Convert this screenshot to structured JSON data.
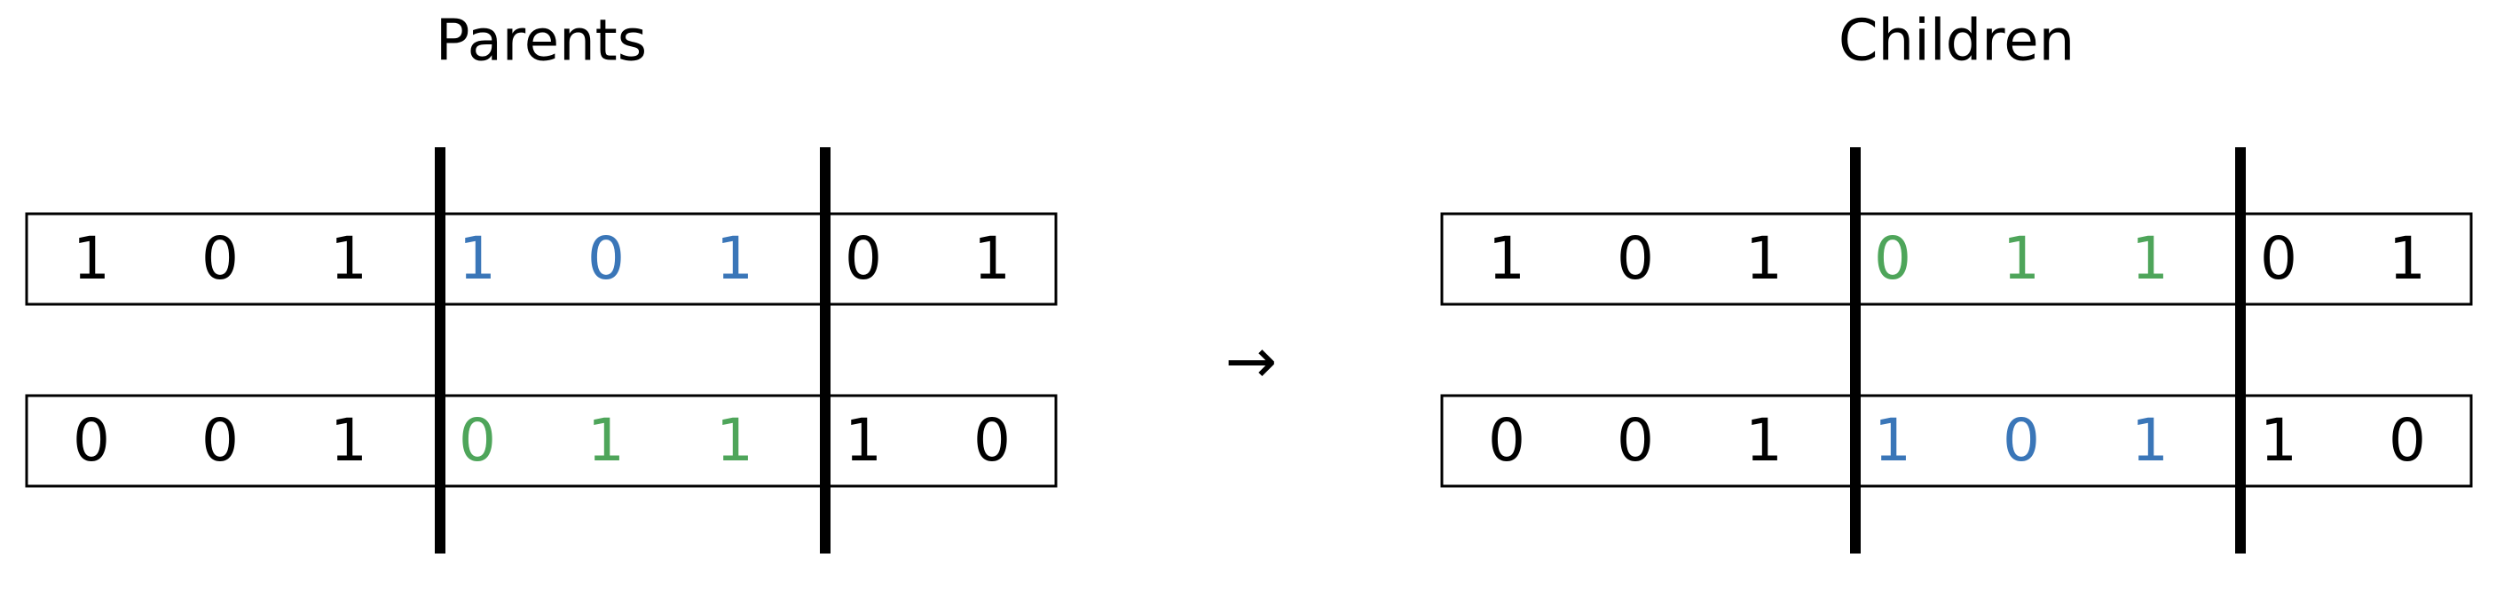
{
  "colors": {
    "ink": "#000000",
    "blue": "#3a76b8",
    "green": "#4ea55a"
  },
  "arrow": "→",
  "panels": [
    {
      "title": "Parents",
      "rows": [
        {
          "digits": [
            {
              "v": "1",
              "c": "ink"
            },
            {
              "v": "0",
              "c": "ink"
            },
            {
              "v": "1",
              "c": "ink"
            },
            {
              "v": "1",
              "c": "blue"
            },
            {
              "v": "0",
              "c": "blue"
            },
            {
              "v": "1",
              "c": "blue"
            },
            {
              "v": "0",
              "c": "ink"
            },
            {
              "v": "1",
              "c": "ink"
            }
          ]
        },
        {
          "digits": [
            {
              "v": "0",
              "c": "ink"
            },
            {
              "v": "0",
              "c": "ink"
            },
            {
              "v": "1",
              "c": "ink"
            },
            {
              "v": "0",
              "c": "green"
            },
            {
              "v": "1",
              "c": "green"
            },
            {
              "v": "1",
              "c": "green"
            },
            {
              "v": "1",
              "c": "ink"
            },
            {
              "v": "0",
              "c": "ink"
            }
          ]
        }
      ]
    },
    {
      "title": "Children",
      "rows": [
        {
          "digits": [
            {
              "v": "1",
              "c": "ink"
            },
            {
              "v": "0",
              "c": "ink"
            },
            {
              "v": "1",
              "c": "ink"
            },
            {
              "v": "0",
              "c": "green"
            },
            {
              "v": "1",
              "c": "green"
            },
            {
              "v": "1",
              "c": "green"
            },
            {
              "v": "0",
              "c": "ink"
            },
            {
              "v": "1",
              "c": "ink"
            }
          ]
        },
        {
          "digits": [
            {
              "v": "0",
              "c": "ink"
            },
            {
              "v": "0",
              "c": "ink"
            },
            {
              "v": "1",
              "c": "ink"
            },
            {
              "v": "1",
              "c": "blue"
            },
            {
              "v": "0",
              "c": "blue"
            },
            {
              "v": "1",
              "c": "blue"
            },
            {
              "v": "1",
              "c": "ink"
            },
            {
              "v": "0",
              "c": "ink"
            }
          ]
        }
      ]
    }
  ]
}
